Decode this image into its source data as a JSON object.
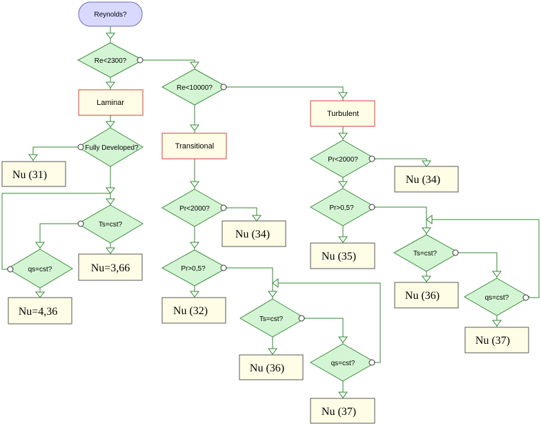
{
  "start": "Reynolds?",
  "decisions": {
    "re2300": "Re<2300?",
    "re10000": "Re<10000?",
    "fully_developed": "Fully Developed?",
    "lam_ts": "Ts=cst?",
    "lam_qs": "qs=cst?",
    "tr_pr2000": "Pr<2000?",
    "tr_pr05": "Pr>0,5?",
    "tr_ts": "Ts=cst?",
    "tr_qs": "qs=cst?",
    "tu_pr2000": "Pr<2000?",
    "tu_pr05": "Pr>0,5?",
    "tu_ts": "Ts=cst?",
    "tu_qs": "qs=cst?"
  },
  "processes": {
    "laminar": "Laminar",
    "transitional": "Transitional",
    "turbulent": "Turbulent"
  },
  "results": {
    "lam_nu31": "Nu (31)",
    "lam_nu366": "Nu=3,66",
    "lam_nu436": "Nu=4,36",
    "tr_nu34": "Nu (34)",
    "tr_nu32": "Nu (32)",
    "tr_nu36": "Nu (36)",
    "tr_nu37": "Nu (37)",
    "tu_nu34": "Nu (34)",
    "tu_nu35": "Nu (35)",
    "tu_nu36": "Nu (36)",
    "tu_nu37": "Nu (37)"
  },
  "colors": {
    "decision_fill": "#d4f5d4",
    "decision_stroke": "#3c8c3c",
    "process_fill": "#fffde6",
    "process_stroke": "#d83a3a",
    "result_fill": "#fffde6",
    "start_fill": "#d9d9ff",
    "connector": "#2e8a2e"
  }
}
